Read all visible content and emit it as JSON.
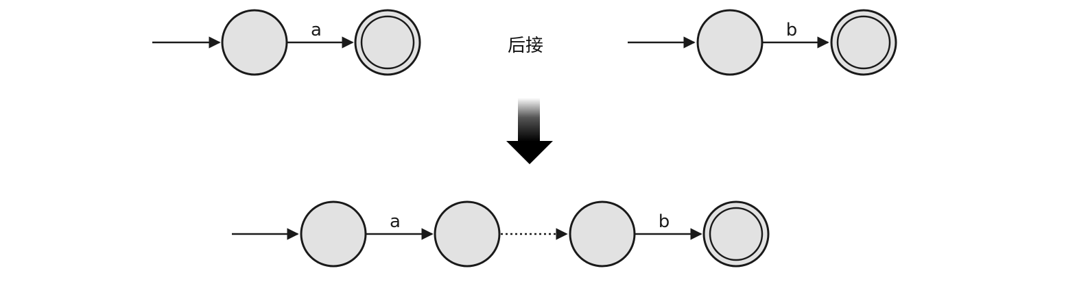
{
  "operation_label": "后接",
  "nfa_a": {
    "transition_label": "a"
  },
  "nfa_b": {
    "transition_label": "b"
  },
  "result": {
    "first_label": "a",
    "second_label": "b"
  },
  "colors": {
    "state_fill": "#e2e2e2",
    "stroke": "#1a1a1a",
    "big_arrow_top": "#ffffff",
    "big_arrow_bottom": "#000000"
  }
}
